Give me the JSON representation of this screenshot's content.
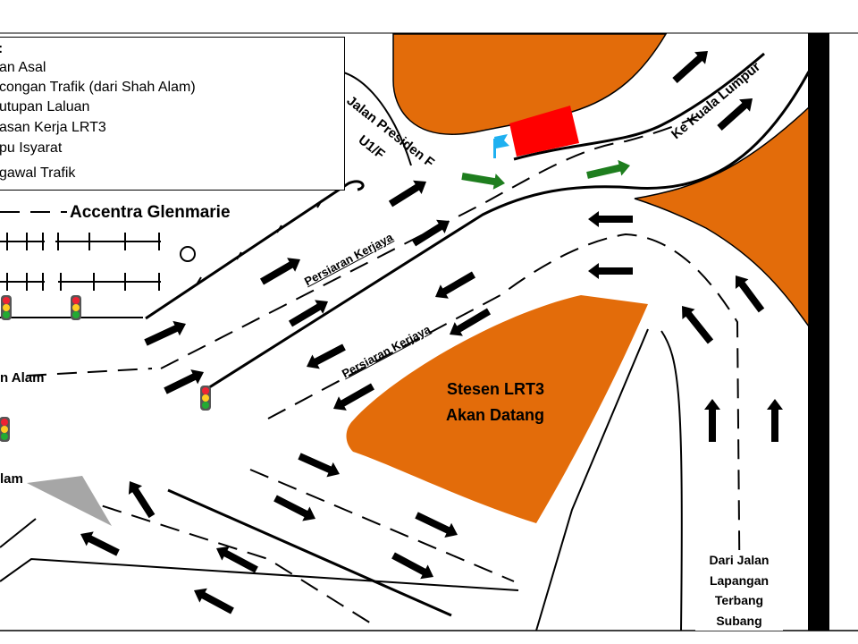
{
  "legend": {
    "title": "k:",
    "items": [
      "an Asal",
      "congan Trafik (dari Shah Alam)",
      "utupan Laluan",
      "asan Kerja LRT3",
      "pu Isyarat",
      "gawal Trafik"
    ]
  },
  "labels": {
    "accentra": "Accentra Glenmarie",
    "jalan_presiden": "Jalan Presiden F",
    "u1f": "U1/F",
    "ke_kl": "Ke Kuala Lumpur",
    "persiaran_upper": "Persiaran Kerjaya",
    "persiaran_lower": "Persiaran Kerjaya",
    "stesen_line1": "Stesen LRT3",
    "stesen_line2": "Akan Datang",
    "shah_alam_1": "n Alam",
    "shah_alam_2": "lam",
    "subang_lines": [
      "Dari Jalan",
      "Lapangan",
      "Terbang",
      "Subang"
    ]
  },
  "colors": {
    "construction": "#e36c0a",
    "closure": "#ff0000",
    "diversion": "#1e7e1e",
    "flag": "#1fb0f0",
    "traffic_arrow": "#000000",
    "median_gray": "#a6a6a6"
  }
}
